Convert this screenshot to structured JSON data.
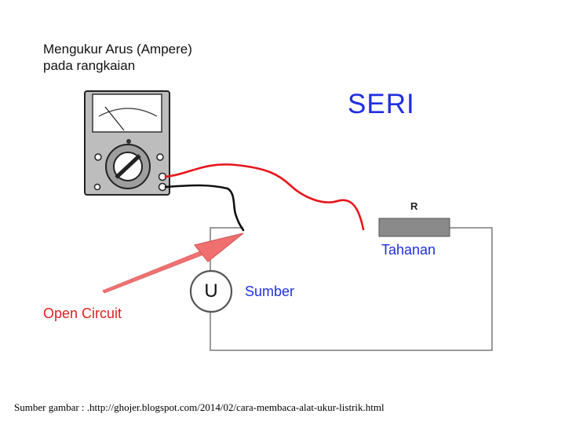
{
  "heading": {
    "line1": "Mengukur Arus (Ampere)",
    "line2": "pada rangkaian"
  },
  "title": "SERI",
  "labels": {
    "resistor_symbol": "R",
    "resistor": "Tahanan",
    "source_symbol": "U",
    "source": "Sumber",
    "open_circuit": "Open Circuit"
  },
  "caption": "Sumber gambar : .http://ghojer.blogspot.com/2014/02/cara-membaca-alat-ukur-listrik.html",
  "colors": {
    "title_blue": "#1f2fe0",
    "label_red": "#e01f1f",
    "wire_red": "#e8141a",
    "wire_black": "#111111",
    "resistor_fill": "#8a8a8a",
    "circuit_line": "#7a7a7a"
  },
  "icons": {
    "meter": "analog-multimeter-icon",
    "arrow": "open-circuit-arrow-icon"
  }
}
